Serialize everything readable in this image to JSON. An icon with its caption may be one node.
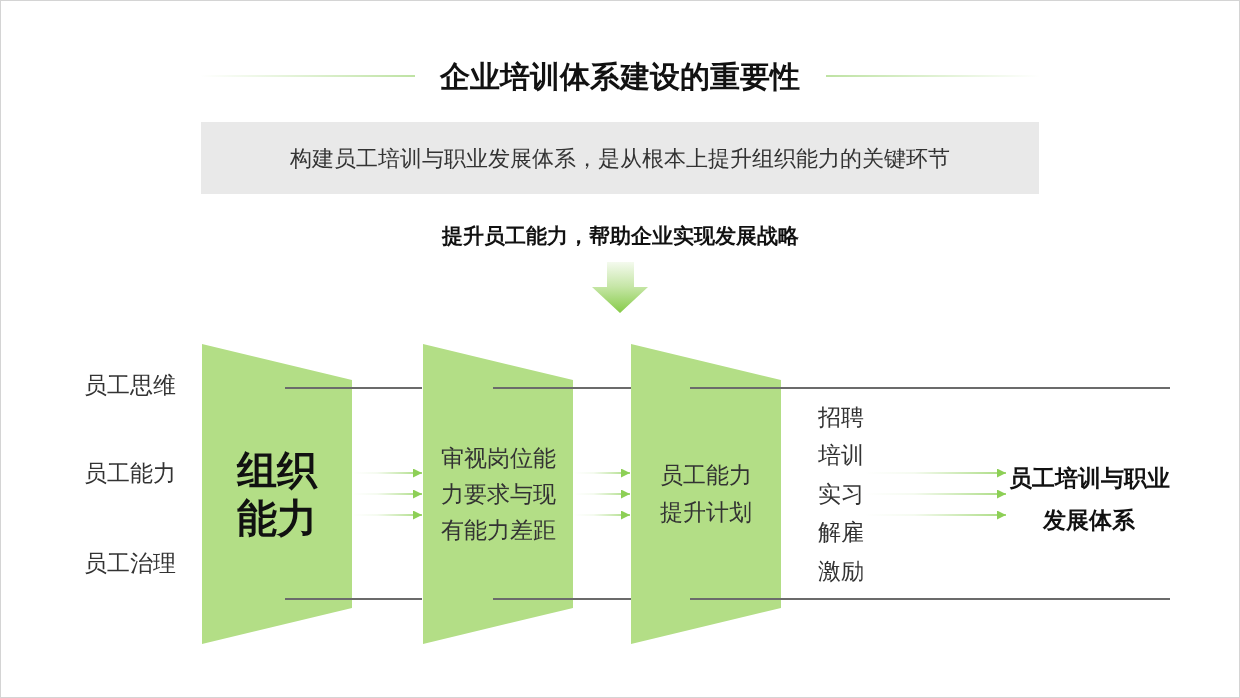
{
  "diagram": {
    "title": "企业培训体系建设的重要性",
    "nodes": [
      {
        "text": [
          "构建员工培训与职业发展体系，是从根本上提升组织能力的关键环节"
        ]
      },
      {
        "text": [
          "组织能力"
        ]
      },
      {
        "text": [
          "审视岗位能力要求与现有能力差距"
        ]
      },
      {
        "text": [
          "员工能力提升计划"
        ]
      },
      {
        "text": [
          "招聘",
          "培训",
          "实习",
          "解雇",
          "激励"
        ]
      },
      {
        "text": [
          "员工培训与职业发展体系"
        ]
      }
    ],
    "edges": [
      {
        "from": 1,
        "to": 2,
        "arrow": "to"
      },
      {
        "from": 1,
        "to": 2,
        "arrow": "to"
      },
      {
        "from": 1,
        "to": 2,
        "arrow": "to"
      },
      {
        "from": 2,
        "to": 3,
        "arrow": "to"
      },
      {
        "from": 2,
        "to": 3,
        "arrow": "to"
      },
      {
        "from": 2,
        "to": 3,
        "arrow": "to"
      },
      {
        "from": 4,
        "to": 5,
        "arrow": "to"
      },
      {
        "from": 4,
        "to": 5,
        "arrow": "to"
      },
      {
        "from": 4,
        "to": 5,
        "arrow": "to"
      }
    ],
    "labels": [
      "提升员工能力，帮助企业实现发展战略",
      "员工思维",
      "员工能力",
      "员工治理"
    ]
  }
}
